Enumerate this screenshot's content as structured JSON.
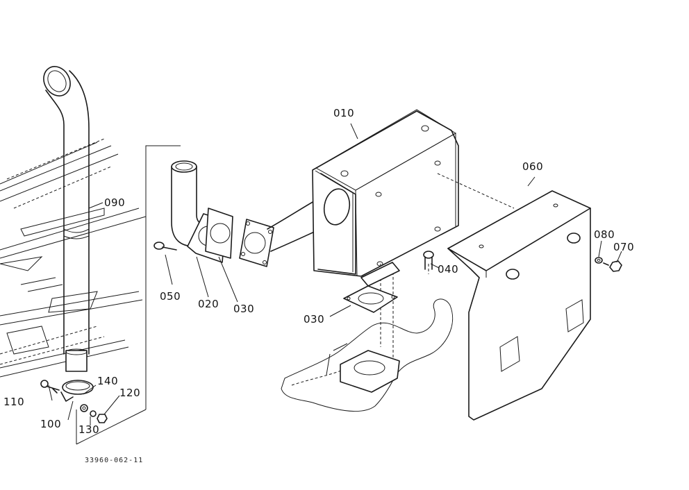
{
  "labels": {
    "p010": "010",
    "p020": "020",
    "p030a": "030",
    "p030b": "030",
    "p040": "040",
    "p050": "050",
    "p060": "060",
    "p070": "070",
    "p080": "080",
    "p090": "090",
    "p100": "100",
    "p110": "110",
    "p120": "120",
    "p130": "130",
    "p140": "140"
  },
  "reference": "33960-062-11",
  "reference_display": "33960-062-11"
}
